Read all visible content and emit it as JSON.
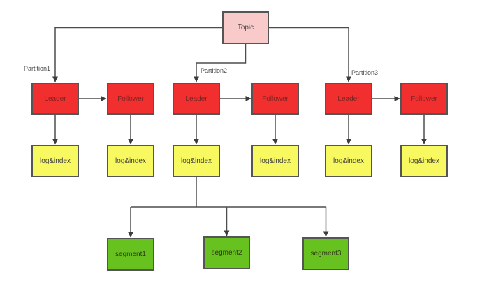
{
  "diagram": {
    "topic": {
      "label": "Topic"
    },
    "partitions": [
      {
        "label": "Partition1",
        "leader": "Leader",
        "follower": "Follower",
        "leader_log": "log&index",
        "follower_log": "log&index"
      },
      {
        "label": "Partition2",
        "leader": "Leader",
        "follower": "Follower",
        "leader_log": "log&index",
        "follower_log": "log&index"
      },
      {
        "label": "Partition3",
        "leader": "Leader",
        "follower": "Follower",
        "leader_log": "log&index",
        "follower_log": "log&index"
      }
    ],
    "segments": [
      {
        "label": "segment1"
      },
      {
        "label": "segment2"
      },
      {
        "label": "segment3"
      }
    ],
    "colors": {
      "topic_fill": "#f8caca",
      "leader_follower_fill": "#f22f2f",
      "log_fill": "#f8f860",
      "segment_fill": "#67c21f",
      "box_border": "#555555",
      "line": "#4d4d4d",
      "arrow": "#3c3c3c",
      "leader_text": "#7c2424"
    }
  }
}
